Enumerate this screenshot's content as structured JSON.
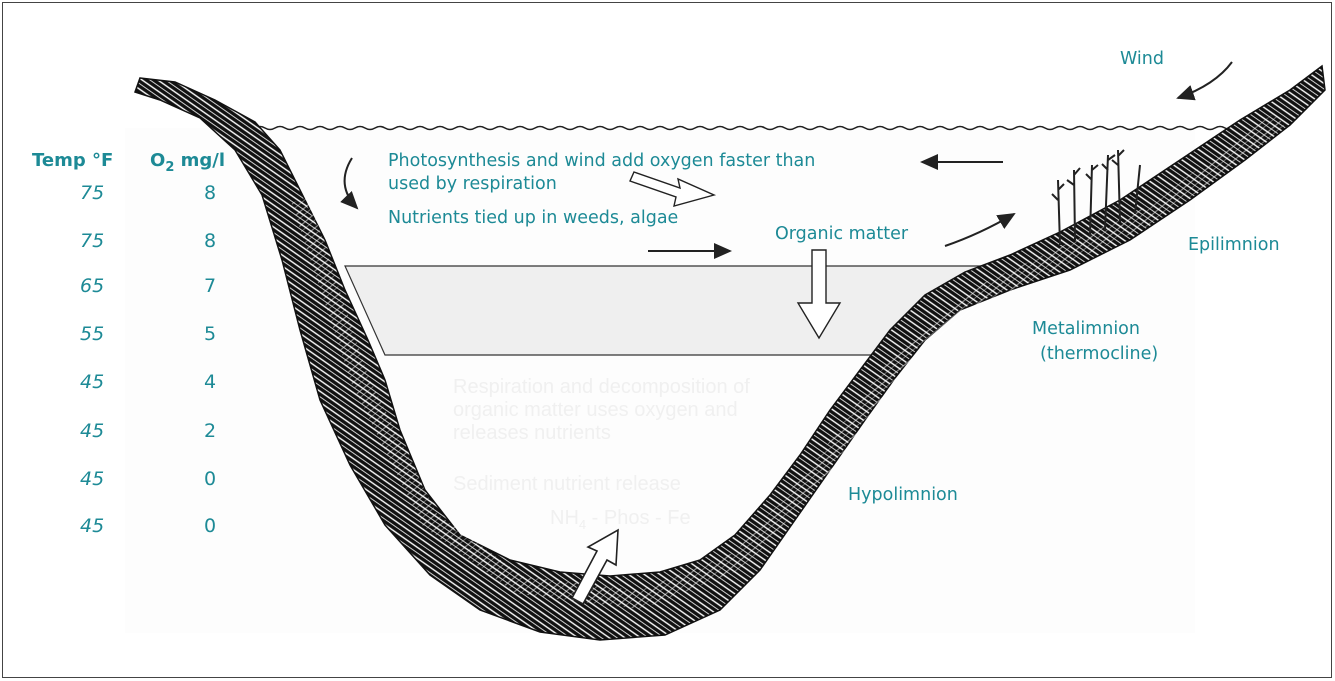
{
  "headers": {
    "temp": "Temp °F",
    "o2_main": "O",
    "o2_sub": "2",
    "o2_unit": " mg/l"
  },
  "profile": {
    "temps": [
      "75",
      "75",
      "65",
      "55",
      "45",
      "45",
      "45",
      "45"
    ],
    "oxygen": [
      "8",
      "8",
      "7",
      "5",
      "4",
      "2",
      "0",
      "0"
    ]
  },
  "labels": {
    "wind": "Wind",
    "photo_line1": "Photosynthesis and wind add oxygen faster than",
    "photo_line2": "used by respiration",
    "nutrients": "Nutrients tied up in weeds, algae",
    "organic": "Organic matter",
    "epilimnion": "Epilimnion",
    "metalimnion": "Metalimnion",
    "thermocline": "(thermocline)",
    "hypolimnion": "Hypolimnion",
    "resp_line1": "Respiration and decomposition of",
    "resp_line2": "organic matter uses oxygen and",
    "resp_line3": "releases nutrients",
    "sediment": "Sediment nutrient release",
    "nh_main": "NH",
    "nh_sub": "4",
    "nh_rest": " - Phos - Fe"
  },
  "colors": {
    "label_teal": "#1d8a96",
    "sediment": "#1a1a1a",
    "metalimnion_band": "#efefef",
    "faint_text": "#f0f0f0"
  }
}
